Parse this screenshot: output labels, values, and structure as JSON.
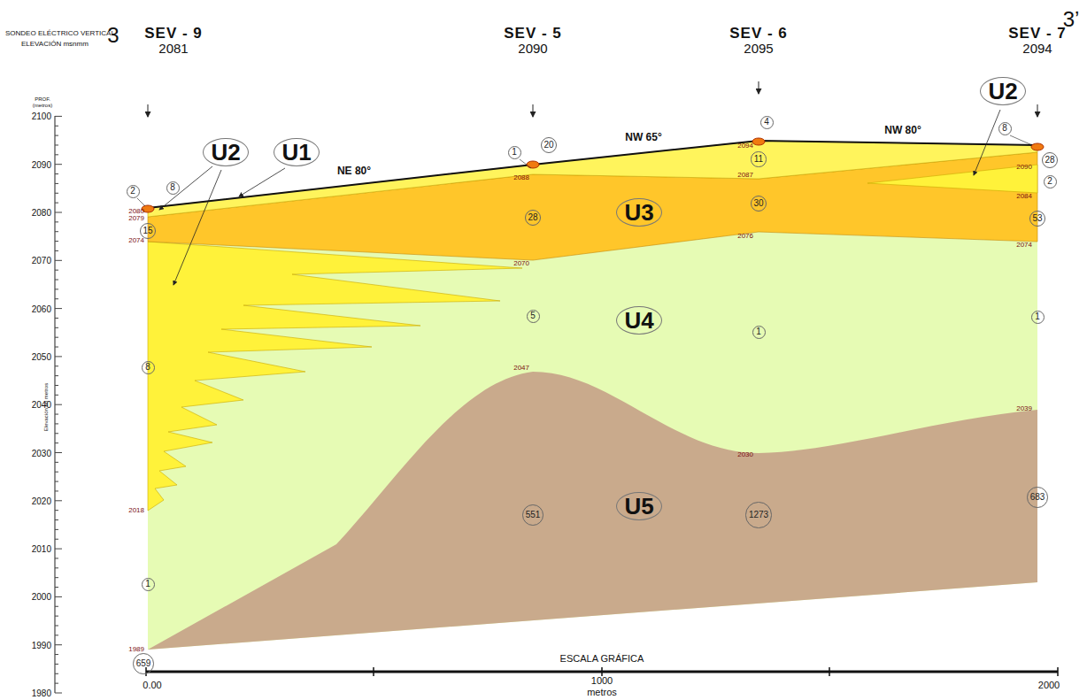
{
  "diagram": {
    "nodes": [
      {
        "text": [
          "2"
        ]
      },
      {
        "text": [
          "8"
        ]
      },
      {
        "text": [
          "U2"
        ]
      },
      {
        "text": [
          "U1"
        ]
      },
      {
        "text": [
          "15"
        ]
      },
      {
        "text": [
          "8"
        ]
      },
      {
        "text": [
          "1"
        ]
      },
      {
        "text": [
          "659"
        ]
      },
      {
        "text": [
          "1"
        ]
      },
      {
        "text": [
          "20"
        ]
      },
      {
        "text": [
          "28"
        ]
      },
      {
        "text": [
          "U3"
        ]
      },
      {
        "text": [
          "5"
        ]
      },
      {
        "text": [
          "U4"
        ]
      },
      {
        "text": [
          "551"
        ]
      },
      {
        "text": [
          "U5"
        ]
      },
      {
        "text": [
          "4"
        ]
      },
      {
        "text": [
          "11"
        ]
      },
      {
        "text": [
          "30"
        ]
      },
      {
        "text": [
          "1"
        ]
      },
      {
        "text": [
          "1273"
        ]
      },
      {
        "text": [
          "U2"
        ]
      },
      {
        "text": [
          "8"
        ]
      },
      {
        "text": [
          "28"
        ]
      },
      {
        "text": [
          "2"
        ]
      },
      {
        "text": [
          "53"
        ]
      },
      {
        "text": [
          "1"
        ]
      },
      {
        "text": [
          "683"
        ]
      }
    ],
    "labels": [
      "3",
      "3’",
      "SONDEO ELÉCTRICO VERTICAL",
      "ELEVACIÓN msnmm",
      "SEV - 9",
      "2081",
      "SEV - 5",
      "2090",
      "SEV - 6",
      "2095",
      "SEV - 7",
      "2094",
      "PROF. (metros)",
      "2100",
      "2090",
      "2080",
      "2070",
      "2060",
      "2050",
      "2040",
      "2030",
      "2020",
      "2010",
      "2000",
      "1990",
      "1980",
      "Elevación en metros",
      "NE 80°",
      "NW 65°",
      "NW 80°",
      "2080",
      "2079",
      "2074",
      "2018",
      "1989",
      "2088",
      "2070",
      "2047",
      "2094",
      "2087",
      "2076",
      "2030",
      "2090",
      "2084",
      "2074",
      "2039",
      "ESCALA GRÁFICA",
      "0.00",
      "1000",
      "metros",
      "2000"
    ]
  }
}
